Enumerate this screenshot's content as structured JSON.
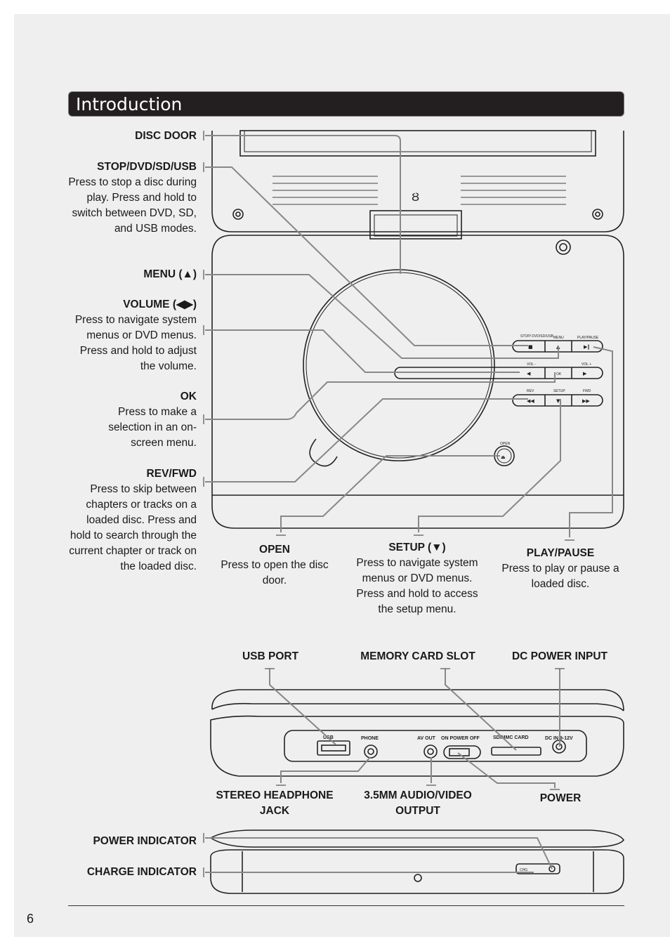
{
  "header": {
    "title": "Introduction"
  },
  "page_number": "6",
  "callouts": {
    "disc_door": {
      "title": "DISC DOOR"
    },
    "stop": {
      "title": "STOP/DVD/SD/USB",
      "body": "Press to stop a disc during play. Press and hold to switch between DVD, SD, and USB modes."
    },
    "menu": {
      "title": "MENU (▲)"
    },
    "volume": {
      "title": "VOLUME (◀▶)",
      "body": "Press to navigate system menus or DVD menus. Press and hold to adjust the volume."
    },
    "ok": {
      "title": "OK",
      "body": "Press to make a selection in an on-screen menu."
    },
    "revfwd": {
      "title": "REV/FWD",
      "body": "Press to skip between chapters or tracks on a loaded disc. Press and hold to search through the current chapter or track on the loaded disc."
    },
    "open": {
      "title": "OPEN",
      "body": "Press to open the disc door."
    },
    "setup": {
      "title": "SETUP (▼)",
      "body": "Press to navigate system menus or DVD menus. Press and hold to access the setup menu."
    },
    "playpause": {
      "title": "PLAY/PAUSE",
      "body": "Press to play or pause a loaded disc."
    },
    "usb_port": {
      "title": "USB PORT"
    },
    "memory_card": {
      "title": "MEMORY CARD SLOT"
    },
    "dc_power": {
      "title": "DC POWER INPUT"
    },
    "headphone": {
      "title": "STEREO HEADPHONE JACK"
    },
    "av_output": {
      "title": "3.5MM AUDIO/VIDEO OUTPUT"
    },
    "power": {
      "title": "POWER"
    },
    "power_indicator": {
      "title": "POWER INDICATOR"
    },
    "charge_indicator": {
      "title": "CHARGE INDICATOR"
    }
  },
  "device_labels": {
    "stop": "STOP/ DVD/SD/USB",
    "menu": "MENU",
    "play": "PLAY/PAUSE",
    "vol_minus": "VOL -",
    "ok": "OK",
    "vol_plus": "VOL +",
    "rev": "REV",
    "setup": "SETUP",
    "fwd": "FWD",
    "open": "OPEN",
    "usb": "USB",
    "phone": "PHONE",
    "av_out": "AV OUT",
    "on_power_off": "ON POWER OFF",
    "sd_mmc": "SD/MMC CARD",
    "dc_in": "DC IN 9-12V",
    "chg": "CHG"
  }
}
